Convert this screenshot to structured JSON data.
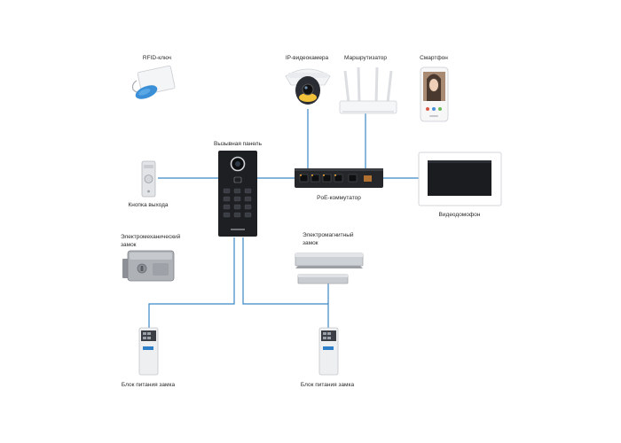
{
  "labels": {
    "rfid": "RFID-ключ",
    "ip_camera": "IP-видеокамера",
    "router": "Маршрутизатор",
    "smartphone": "Смартфон",
    "call_panel": "Вызывная панель",
    "exit_button": "Кнопка выхода",
    "poe_switch": "PoE-коммутатор",
    "videophone": "Видеодомофон",
    "electromech_lock_line1": "Электромеханический",
    "electromech_lock_line2": "замок",
    "electromag_lock_line1": "Электромагнитный",
    "electromag_lock_line2": "замок",
    "psu_left": "Блок питания замка",
    "psu_right": "Блок питания замка"
  },
  "colors": {
    "link": "#3b86c4",
    "device_dark": "#1d1f23",
    "device_light": "#f1f2f4",
    "metal": "#b9bcc1"
  }
}
